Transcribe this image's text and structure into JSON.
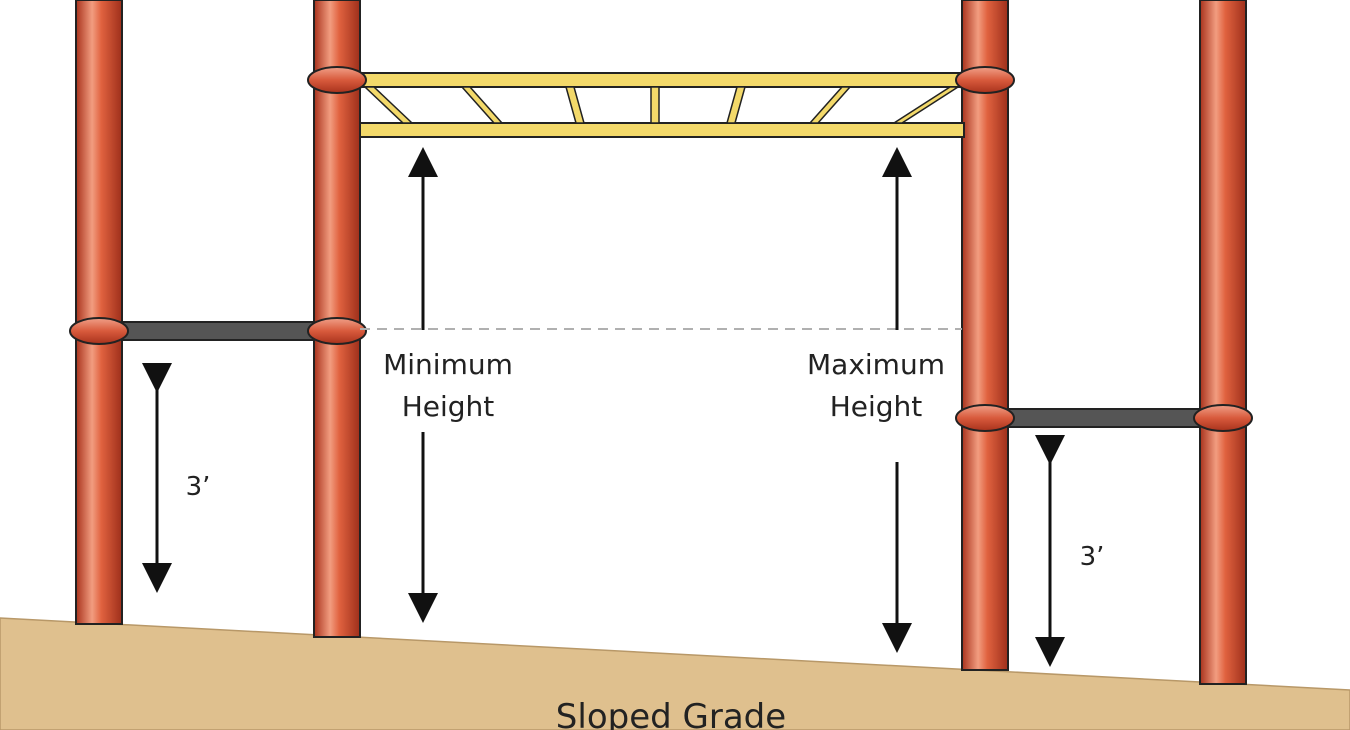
{
  "labels": {
    "min_line1": "Minimum",
    "min_line2": "Height",
    "max_line1": "Maximum",
    "max_line2": "Height",
    "left_dim": "3’",
    "right_dim": "3’",
    "grade": "Sloped Grade"
  },
  "colors": {
    "post_fill": "#d85a3c",
    "post_highlight": "#f2a58a",
    "post_shadow": "#9e2f1b",
    "ladder_fill": "#f3d96a",
    "bar_fill": "#555555",
    "ground_fill": "#dfc08e",
    "arrow": "#111111",
    "dashed_line": "#b0b0b0"
  }
}
